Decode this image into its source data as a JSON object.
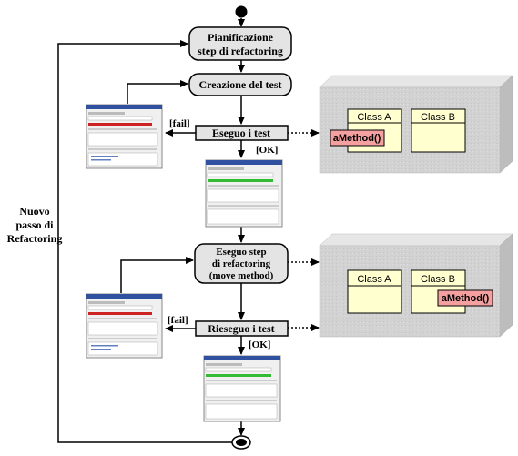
{
  "diagram": {
    "nodes": {
      "pianificazione_line1": "Pianificazione",
      "pianificazione_line2": "step di refactoring",
      "creazione_test": "Creazione del test",
      "eseguo_test": "Eseguo i test",
      "eseguo_step_line1": "Eseguo step",
      "eseguo_step_line2": "di refactoring",
      "eseguo_step_line3": "(move method)",
      "rieseguo_test": "Rieseguo i test"
    },
    "edges": {
      "fail_1": "[fail]",
      "ok_1": "[OK]",
      "fail_2": "[fail]",
      "ok_2": "[OK]"
    },
    "loop_label": {
      "line1": "Nuovo",
      "line2": "passo di",
      "line3": "Refactoring"
    },
    "uml_before": {
      "class_a": "Class A",
      "class_b": "Class B",
      "method": "aMethod()"
    },
    "uml_after": {
      "class_a": "Class A",
      "class_b": "Class B",
      "method": "aMethod()"
    },
    "colors": {
      "node_fill": "#e4e4e4",
      "block_face": "#d0d0d0",
      "class_fill": "#ffffd0",
      "method_fill": "#f4a0a0",
      "fail_bar": "#cc2222",
      "ok_bar": "#33bb33"
    }
  }
}
